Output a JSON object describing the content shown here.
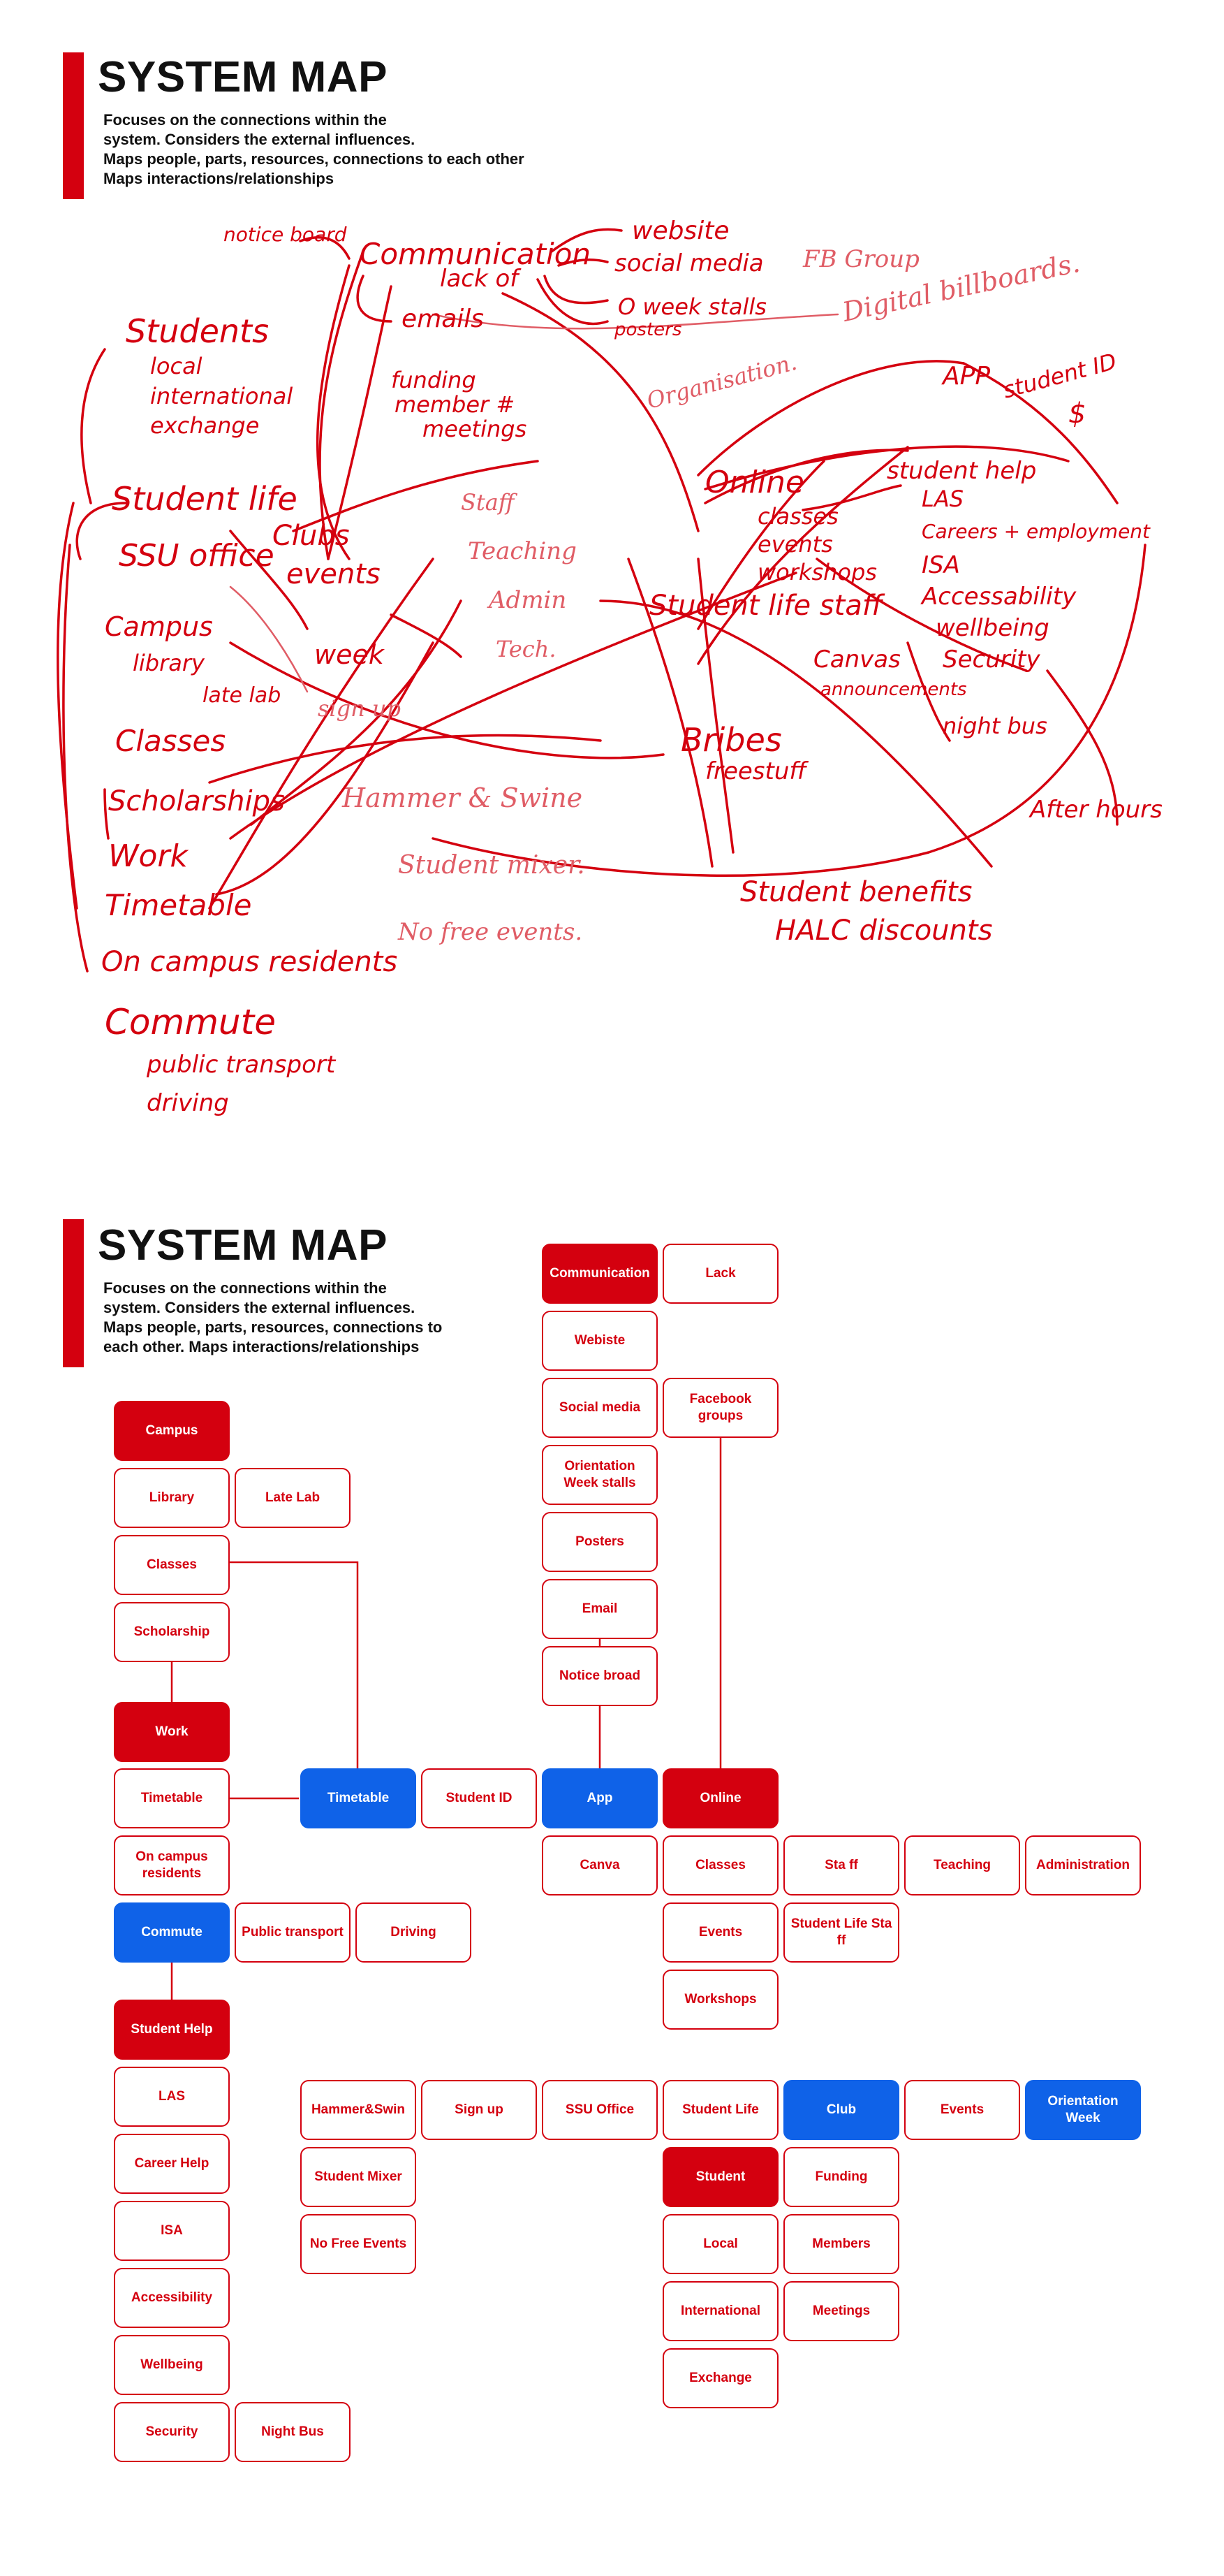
{
  "sections": [
    {
      "title": "SYSTEM MAP",
      "description": "Focuses on the connections within the\nsystem. Considers the external influences.\nMaps people, parts, resources, connections to each other\nMaps interactions/relationships"
    },
    {
      "title": "SYSTEM MAP",
      "description": "Focuses on the connections within the\nsystem. Considers the external influences.\nMaps people, parts, resources, connections to\neach other. Maps interactions/relationships"
    }
  ],
  "sketch": {
    "labels": [
      "notice board",
      "Communication",
      "website",
      "social media",
      "FB Group",
      "lack of",
      "emails",
      "O week stalls",
      "posters",
      "Digital billboards.",
      "Organisation.",
      "Students",
      "local",
      "international",
      "exchange",
      "funding",
      "member #",
      "meetings",
      "APP",
      "student ID",
      "$",
      "Student life",
      "Clubs",
      "Staff",
      "Online",
      "student help",
      "LAS",
      "classes",
      "Careers + employment",
      "SSU office",
      "events",
      "Teaching",
      "events",
      "workshops",
      "ISA",
      "Admin",
      "Student life staff",
      "Accessability",
      "Campus",
      "week",
      "Tech.",
      "wellbeing",
      "library",
      "Canvas",
      "Security",
      "late lab",
      "sign up",
      "announcements",
      "night bus",
      "Classes",
      "Bribes",
      "freestuff",
      "Scholarships",
      "Hammer & Swine",
      "After hours",
      "Work",
      "Student mixer.",
      "Student benefits",
      "Timetable",
      "HALC discounts",
      "No free events.",
      "On campus residents",
      "Commute",
      "public transport",
      "driving"
    ]
  },
  "map": {
    "nodes": [
      {
        "id": "communication",
        "label": "Communication",
        "style": "red"
      },
      {
        "id": "lack",
        "label": "Lack",
        "style": "outline"
      },
      {
        "id": "webiste",
        "label": "Webiste",
        "style": "outline"
      },
      {
        "id": "social-media",
        "label": "Social media",
        "style": "outline"
      },
      {
        "id": "facebook-groups",
        "label": "Facebook groups",
        "style": "outline"
      },
      {
        "id": "orientation-week-stalls",
        "label": "Orientation Week stalls",
        "style": "outline"
      },
      {
        "id": "posters",
        "label": "Posters",
        "style": "outline"
      },
      {
        "id": "email",
        "label": "Email",
        "style": "outline"
      },
      {
        "id": "notice-broad",
        "label": "Notice broad",
        "style": "outline"
      },
      {
        "id": "campus",
        "label": "Campus",
        "style": "red"
      },
      {
        "id": "library",
        "label": "Library",
        "style": "outline"
      },
      {
        "id": "late-lab",
        "label": "Late Lab",
        "style": "outline"
      },
      {
        "id": "classes",
        "label": "Classes",
        "style": "outline"
      },
      {
        "id": "scholarship",
        "label": "Scholarship",
        "style": "outline"
      },
      {
        "id": "work",
        "label": "Work",
        "style": "red"
      },
      {
        "id": "timetable-left",
        "label": "Timetable",
        "style": "outline"
      },
      {
        "id": "timetable-hub",
        "label": "Timetable",
        "style": "blue"
      },
      {
        "id": "student-id",
        "label": "Student ID",
        "style": "outline"
      },
      {
        "id": "app",
        "label": "App",
        "style": "blue"
      },
      {
        "id": "online",
        "label": "Online",
        "style": "red"
      },
      {
        "id": "on-campus-residents",
        "label": "On campus residents",
        "style": "outline"
      },
      {
        "id": "canva",
        "label": "Canva",
        "style": "outline"
      },
      {
        "id": "online-classes",
        "label": "Classes",
        "style": "outline"
      },
      {
        "id": "staff",
        "label": "Sta ff",
        "style": "outline"
      },
      {
        "id": "teaching",
        "label": "Teaching",
        "style": "outline"
      },
      {
        "id": "administration",
        "label": "Administration",
        "style": "outline"
      },
      {
        "id": "commute",
        "label": "Commute",
        "style": "blue"
      },
      {
        "id": "public-transport",
        "label": "Public transport",
        "style": "outline"
      },
      {
        "id": "driving",
        "label": "Driving",
        "style": "outline"
      },
      {
        "id": "online-events",
        "label": "Events",
        "style": "outline"
      },
      {
        "id": "student-life-staff",
        "label": "Student Life Sta ff",
        "style": "outline"
      },
      {
        "id": "workshops",
        "label": "Workshops",
        "style": "outline"
      },
      {
        "id": "student-help",
        "label": "Student Help",
        "style": "red"
      },
      {
        "id": "las",
        "label": "LAS",
        "style": "outline"
      },
      {
        "id": "hammer-swin",
        "label": "Hammer&Swin",
        "style": "outline"
      },
      {
        "id": "sign-up",
        "label": "Sign up",
        "style": "outline"
      },
      {
        "id": "ssu-office",
        "label": "SSU Office",
        "style": "outline"
      },
      {
        "id": "student-life",
        "label": "Student Life",
        "style": "outline"
      },
      {
        "id": "club",
        "label": "Club",
        "style": "blue"
      },
      {
        "id": "club-events",
        "label": "Events",
        "style": "outline"
      },
      {
        "id": "orientation-week",
        "label": "Orientation Week",
        "style": "blue"
      },
      {
        "id": "career-help",
        "label": "Career Help",
        "style": "outline"
      },
      {
        "id": "student-mixer",
        "label": "Student Mixer",
        "style": "outline"
      },
      {
        "id": "student",
        "label": "Student",
        "style": "red"
      },
      {
        "id": "funding",
        "label": "Funding",
        "style": "outline"
      },
      {
        "id": "isa",
        "label": "ISA",
        "style": "outline"
      },
      {
        "id": "no-free-events",
        "label": "No Free Events",
        "style": "outline"
      },
      {
        "id": "local",
        "label": "Local",
        "style": "outline"
      },
      {
        "id": "members",
        "label": "Members",
        "style": "outline"
      },
      {
        "id": "accessibility",
        "label": "Accessibility",
        "style": "outline"
      },
      {
        "id": "international",
        "label": "International",
        "style": "outline"
      },
      {
        "id": "meetings",
        "label": "Meetings",
        "style": "outline"
      },
      {
        "id": "wellbeing",
        "label": "Wellbeing",
        "style": "outline"
      },
      {
        "id": "exchange",
        "label": "Exchange",
        "style": "outline"
      },
      {
        "id": "security",
        "label": "Security",
        "style": "outline"
      },
      {
        "id": "night-bus",
        "label": "Night Bus",
        "style": "outline"
      }
    ],
    "connections": [
      {
        "from": "classes",
        "to": "timetable-hub"
      },
      {
        "from": "scholarship",
        "to": "work"
      },
      {
        "from": "timetable-left",
        "to": "timetable-hub"
      },
      {
        "from": "commute",
        "to": "student-help"
      },
      {
        "from": "notice-broad",
        "to": "app"
      },
      {
        "from": "facebook-groups",
        "to": "online"
      }
    ]
  },
  "colors": {
    "accent_red": "#d4000f",
    "accent_blue": "#0f62e8",
    "sketch_light_red": "#e05d66"
  }
}
